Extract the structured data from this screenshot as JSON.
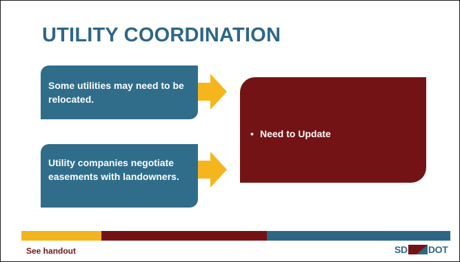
{
  "slide": {
    "title": "UTILITY COORDINATION",
    "left_boxes": [
      {
        "text": "Some utilities may need to be relocated."
      },
      {
        "text": "Utility companies negotiate easements with landowners."
      }
    ],
    "panel": {
      "bullets": [
        "Need to Update"
      ]
    },
    "footer": {
      "note": "See handout",
      "logo_left": "SD",
      "logo_right": "DOT",
      "bar_colors": [
        "#f2b51e",
        "#741316",
        "#2e6785"
      ]
    }
  },
  "colors": {
    "title": "#2e6785",
    "box_blue": "#2f6d8b",
    "arrow_gold": "#f5b51c",
    "panel_maroon": "#741316"
  },
  "icons": [
    "arrow-right-icon",
    "sd-dot-logo"
  ]
}
